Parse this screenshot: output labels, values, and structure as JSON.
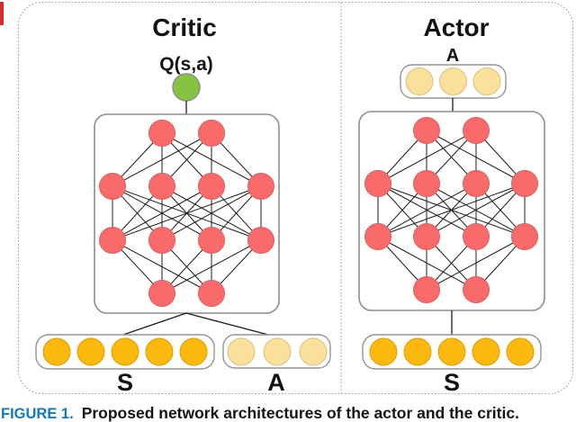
{
  "critic_panel": {
    "title": "Critic",
    "output_label": "Q(s,a)",
    "state_label": "S",
    "action_label": "A"
  },
  "actor_panel": {
    "title": "Actor",
    "output_label": "A",
    "state_label": "S"
  },
  "caption": {
    "label": "FIGURE 1.",
    "text": "Proposed network architectures of the actor and the critic."
  },
  "networks": {
    "critic": {
      "hidden_layer_sizes": [
        2,
        4,
        4,
        2
      ],
      "state_input_nodes": 5,
      "action_input_nodes": 3,
      "output_nodes": 1
    },
    "actor": {
      "hidden_layer_sizes": [
        2,
        4,
        4,
        2
      ],
      "state_input_nodes": 5,
      "action_output_nodes": 3
    }
  },
  "colors": {
    "hidden_node": "#f96b6b",
    "q_output_node": "#84c440",
    "state_node": "#fdb90d",
    "action_node": "#fae09a",
    "edge": "#1c1c1c",
    "box_border": "#8e8e8e",
    "caption_accent": "#1779bb"
  }
}
